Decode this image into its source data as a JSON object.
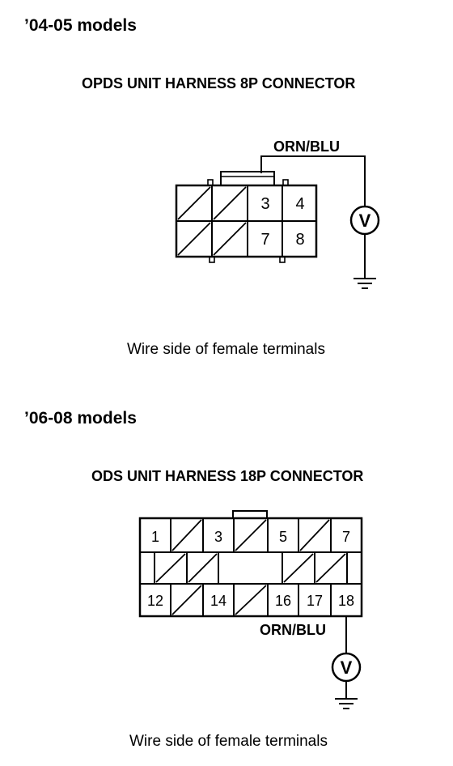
{
  "section1": {
    "heading": "’04-05 models",
    "title": "OPDS UNIT HARNESS 8P CONNECTOR",
    "wire_label": "ORN/BLU",
    "pins": [
      "3",
      "4",
      "7",
      "8"
    ],
    "meter_symbol": "V",
    "caption": "Wire side of female terminals"
  },
  "section2": {
    "heading": "’06-08 models",
    "title": "ODS UNIT HARNESS 18P CONNECTOR",
    "wire_label": "ORN/BLU",
    "pins": [
      "1",
      "3",
      "5",
      "7",
      "12",
      "14",
      "16",
      "17",
      "18"
    ],
    "meter_symbol": "V",
    "caption": "Wire side of female terminals"
  }
}
